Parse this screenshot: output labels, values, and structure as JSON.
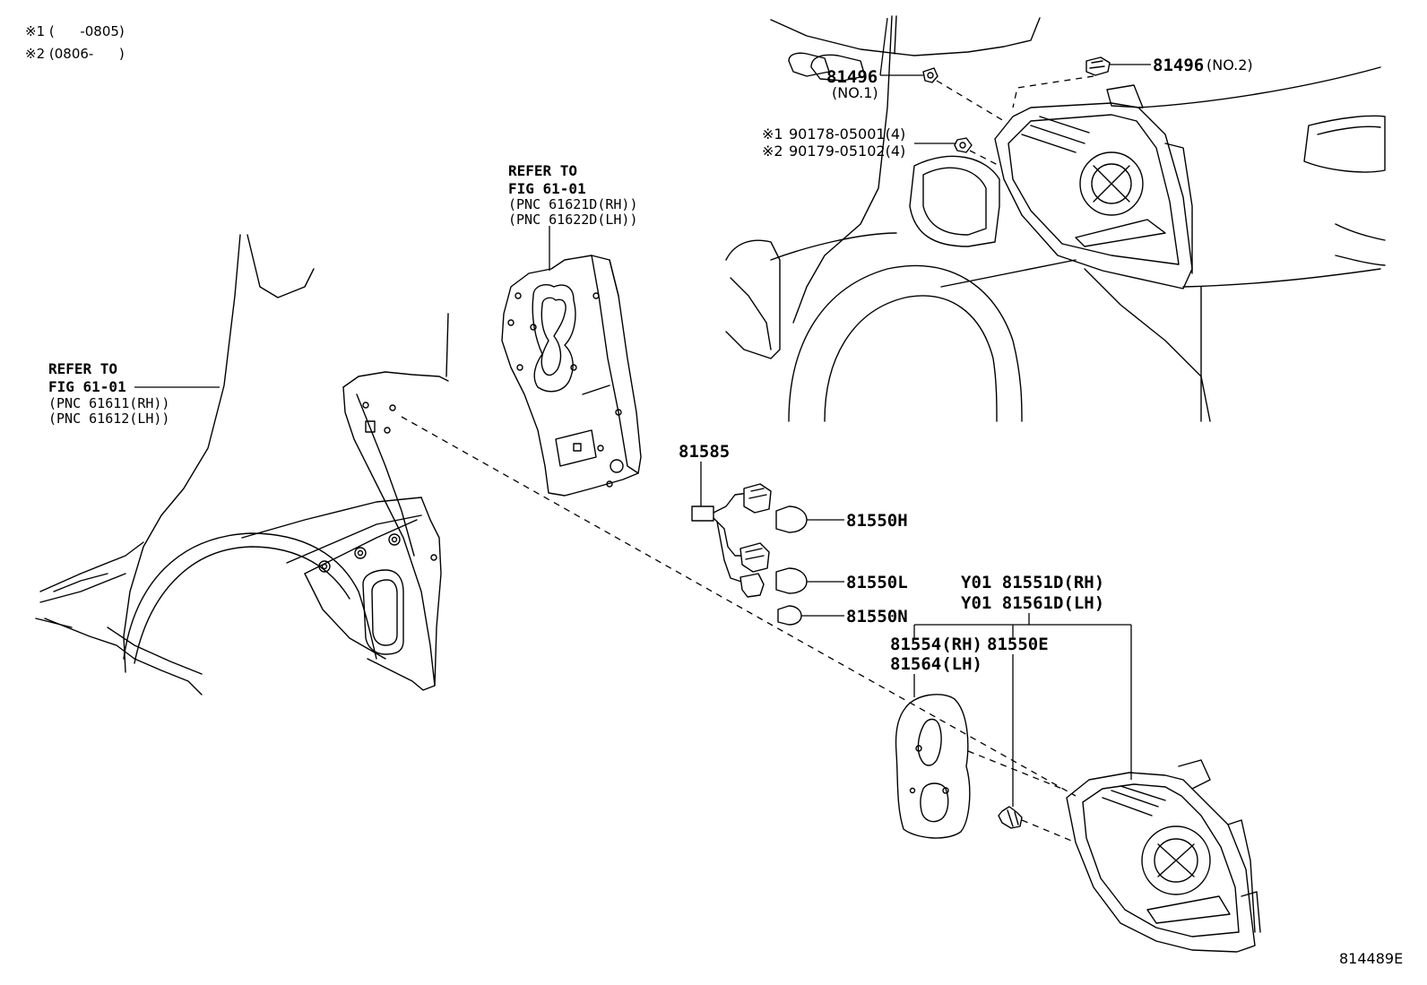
{
  "notes": {
    "note1": "※1 (      -0805)",
    "note2": "※2 (0806-      )"
  },
  "refs": {
    "quarter_panel": {
      "line1": "REFER TO",
      "line2": "FIG 61-01",
      "line3": "(PNC 61611(RH))",
      "line4": "(PNC 61612(LH))"
    },
    "lamp_housing": {
      "line1": "REFER TO",
      "line2": "FIG 61-01",
      "line3": "(PNC 61621D(RH))",
      "line4": "(PNC 61622D(LH))"
    }
  },
  "parts": {
    "clip_no1": {
      "number": "81496",
      "sub": "(NO.1)"
    },
    "clip_no2": {
      "number": "81496",
      "sub": "(NO.2)"
    },
    "nut1": {
      "mark": "※1",
      "number": "90178-05001(4)"
    },
    "nut2": {
      "mark": "※2",
      "number": "90179-05102(4)"
    },
    "socket_wire": "81585",
    "bulb_h": "81550H",
    "bulb_l": "81550L",
    "bulb_n": "81550N",
    "lamp_rh": "Y01 81551D(RH)",
    "lamp_lh": "Y01 81561D(LH)",
    "gasket_rh": "81554(RH)",
    "gasket_lh": "81564(LH)",
    "retainer": "81550E"
  },
  "diagram_code": "814489E"
}
